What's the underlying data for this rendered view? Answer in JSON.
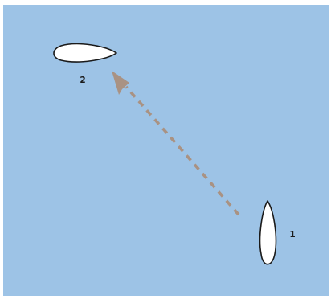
{
  "colors": {
    "water": "#9dc3e6",
    "boat_fill": "#ffffff",
    "boat_outline": "#1a1a1a",
    "arrow": "#a99283"
  },
  "boats": [
    {
      "id": "boat-1",
      "label": "1",
      "icon": "boat-hull-icon"
    },
    {
      "id": "boat-2",
      "label": "2",
      "icon": "boat-hull-icon"
    }
  ],
  "arrow": {
    "from": "boat-1",
    "to": "boat-2",
    "style": "dashed",
    "icon": "dashed-arrow-icon"
  }
}
